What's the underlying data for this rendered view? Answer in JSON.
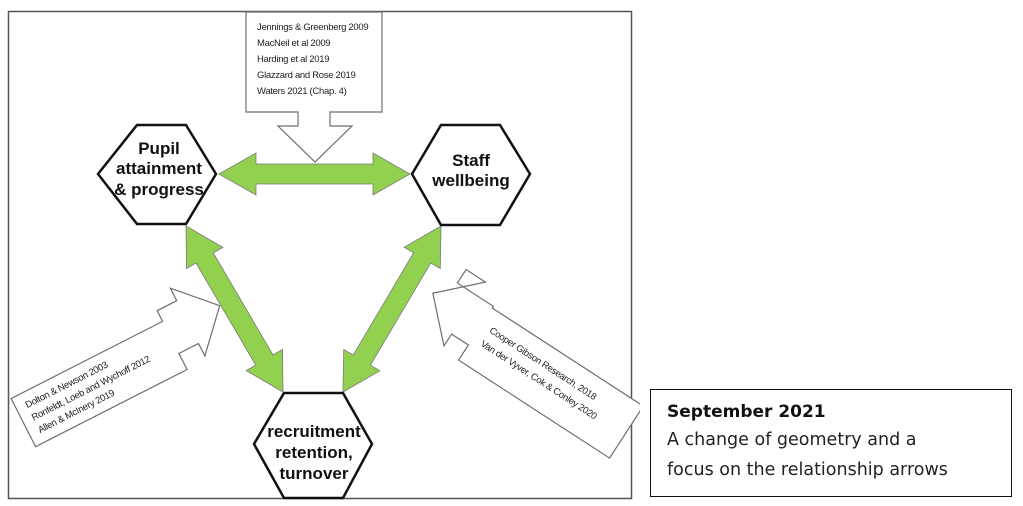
{
  "diagram": {
    "nodes": {
      "pupil": {
        "lines": [
          "Pupil",
          "attainment",
          "& progress"
        ]
      },
      "staff": {
        "lines": [
          "Staff",
          "wellbeing"
        ]
      },
      "recruitment": {
        "lines": [
          "recruitment",
          "retention,",
          "turnover"
        ]
      }
    },
    "relationships": [
      {
        "from": "pupil",
        "to": "staff",
        "type": "double-arrow"
      },
      {
        "from": "pupil",
        "to": "recruitment",
        "type": "double-arrow"
      },
      {
        "from": "staff",
        "to": "recruitment",
        "type": "double-arrow"
      }
    ],
    "callouts": {
      "top": {
        "target": "pupil-staff arrow",
        "refs": [
          "Jennings & Greenberg 2009",
          "MacNeil et al 2009",
          "Harding et al 2019",
          "Glazzard and Rose 2019",
          "Waters 2021  (Chap. 4)"
        ]
      },
      "left": {
        "target": "pupil-recruitment arrow",
        "refs": [
          "Dolton & Newson 2003",
          "Ronfeldt, Loeb and Wychoff 2012",
          "Allen & McInery 2019"
        ]
      },
      "right": {
        "target": "staff-recruitment arrow",
        "refs": [
          "Cooper Gibson Research, 2018",
          "Van der Vyver, Cok & Conley 2020"
        ]
      }
    },
    "colors": {
      "arrow_fill": "#92d050",
      "outline": "#111111"
    }
  },
  "caption": {
    "title": "September 2021",
    "lines": [
      "A change of geometry and a",
      "focus on the relationship arrows"
    ]
  }
}
